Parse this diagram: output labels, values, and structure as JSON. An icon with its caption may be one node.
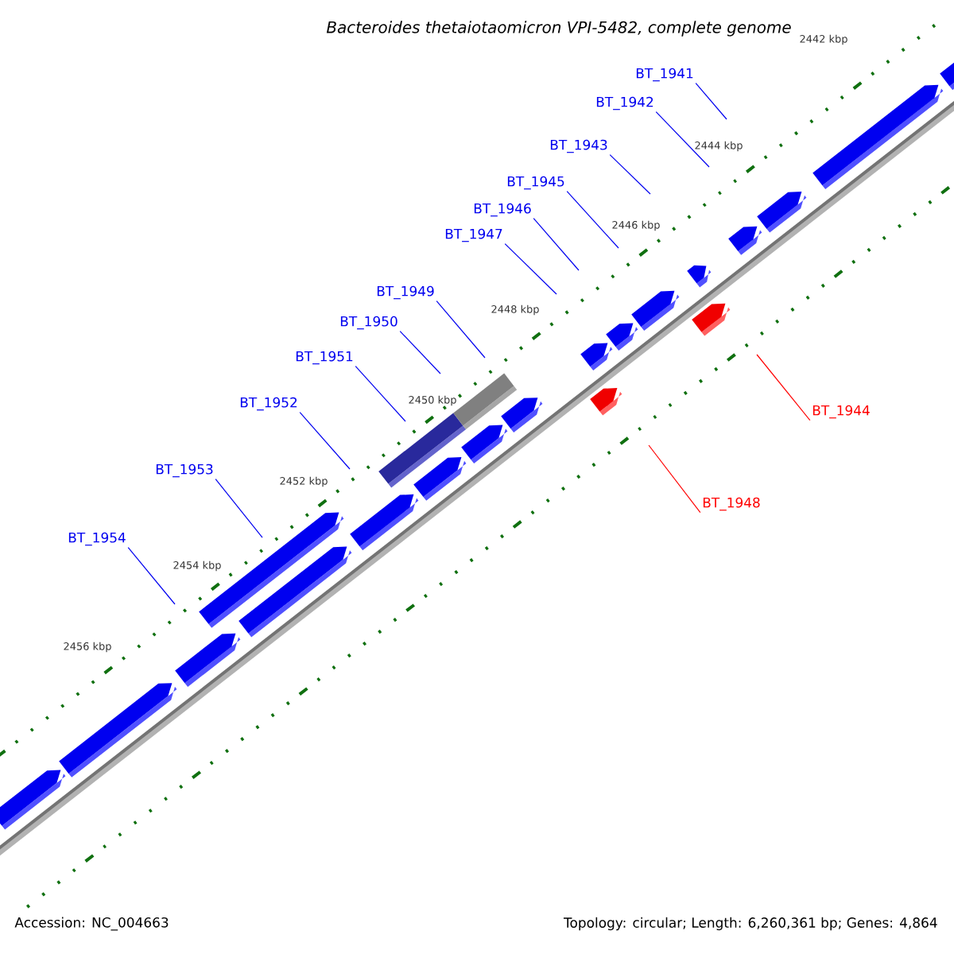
{
  "diagram": {
    "title": "Bacteroides thetaiotaomicron VPI-5482, complete genome",
    "nodes": [
      {
        "text": [
          "BT_1941"
        ]
      },
      {
        "text": [
          "BT_1942"
        ]
      },
      {
        "text": [
          "BT_1943"
        ]
      },
      {
        "text": [
          "BT_1945"
        ]
      },
      {
        "text": [
          "BT_1946"
        ]
      },
      {
        "text": [
          "BT_1947"
        ]
      },
      {
        "text": [
          "BT_1949"
        ]
      },
      {
        "text": [
          "BT_1950"
        ]
      },
      {
        "text": [
          "BT_1951"
        ]
      },
      {
        "text": [
          "BT_1952"
        ]
      },
      {
        "text": [
          "BT_1944"
        ]
      },
      {
        "text": [
          "BT_1953"
        ]
      },
      {
        "text": [
          "BT_1948"
        ]
      },
      {
        "text": [
          "BT_1954"
        ]
      }
    ],
    "edges": [
      {
        "from": 0,
        "to": null,
        "arrow": "none"
      },
      {
        "from": 1,
        "to": null,
        "arrow": "none"
      },
      {
        "from": 2,
        "to": null,
        "arrow": "none"
      },
      {
        "from": 3,
        "to": null,
        "arrow": "none"
      },
      {
        "from": 4,
        "to": null,
        "arrow": "none"
      },
      {
        "from": 5,
        "to": null,
        "arrow": "none"
      },
      {
        "from": 6,
        "to": null,
        "arrow": "none"
      },
      {
        "from": 7,
        "to": null,
        "arrow": "none"
      },
      {
        "from": 8,
        "to": null,
        "arrow": "none"
      },
      {
        "from": 9,
        "to": null,
        "arrow": "none"
      },
      {
        "from": 10,
        "to": null,
        "arrow": "none",
        "color": "#ff0000"
      },
      {
        "from": 11,
        "to": null,
        "arrow": "none"
      },
      {
        "from": 12,
        "to": null,
        "arrow": "none",
        "color": "#ff0000"
      },
      {
        "from": 13,
        "to": null,
        "arrow": "none"
      }
    ],
    "labels": [
      "2442 kbp",
      "2444 kbp",
      "2446 kbp",
      "2448 kbp",
      "2450 kbp",
      "2452 kbp",
      "2454 kbp",
      "2456 kbp",
      "Accession: NC_004663",
      "Topology: circular; Length: 6,260,361 bp; Genes: 4,864"
    ]
  }
}
